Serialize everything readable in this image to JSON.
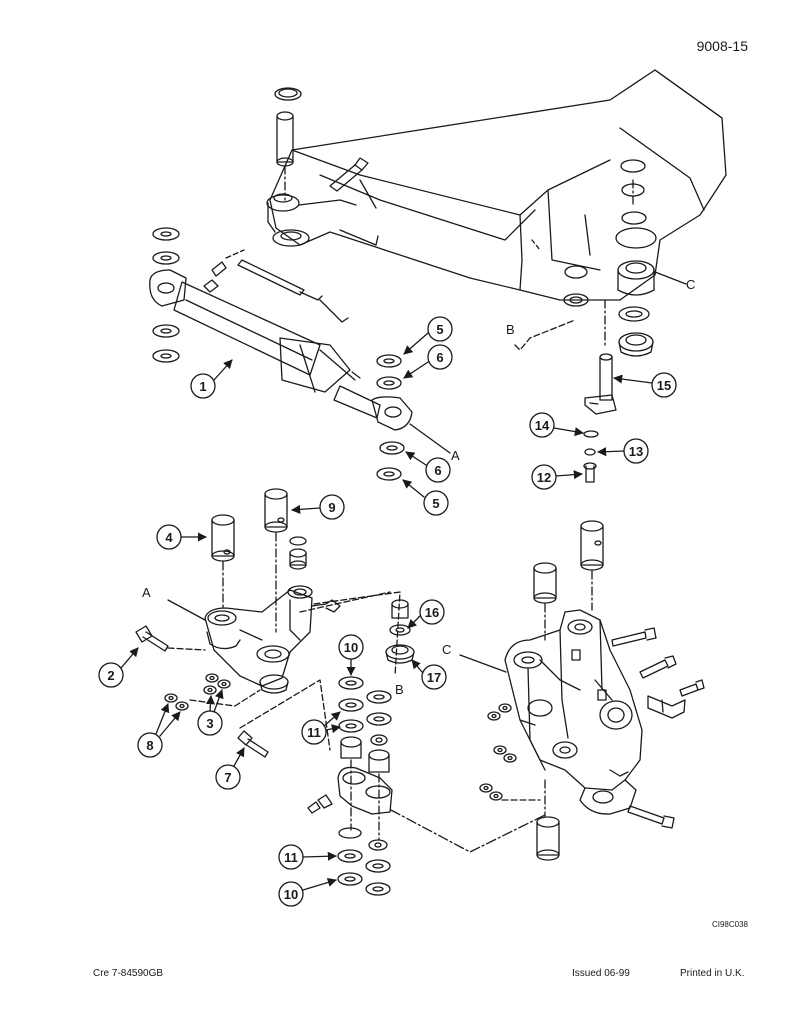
{
  "header": {
    "page_number": "9008-15"
  },
  "figure_code": "CI98C038",
  "footer": {
    "left": "Cre  7-84590GB",
    "issued": "Issued 06-99",
    "printed": "Printed in U.K."
  },
  "callouts": {
    "c1": "1",
    "c2": "2",
    "c3": "3",
    "c4": "4",
    "c5a": "5",
    "c5b": "5",
    "c6a": "6",
    "c6b": "6",
    "c7": "7",
    "c8": "8",
    "c9": "9",
    "c10a": "10",
    "c10b": "10",
    "c11a": "11",
    "c11b": "11",
    "c12": "12",
    "c13": "13",
    "c14": "14",
    "c15": "15",
    "c16": "16",
    "c17": "17"
  },
  "refs": {
    "a_top": "A",
    "a_bottom": "A",
    "b_top": "B",
    "b_bottom": "B",
    "c_top": "C",
    "c_bottom": "C"
  }
}
